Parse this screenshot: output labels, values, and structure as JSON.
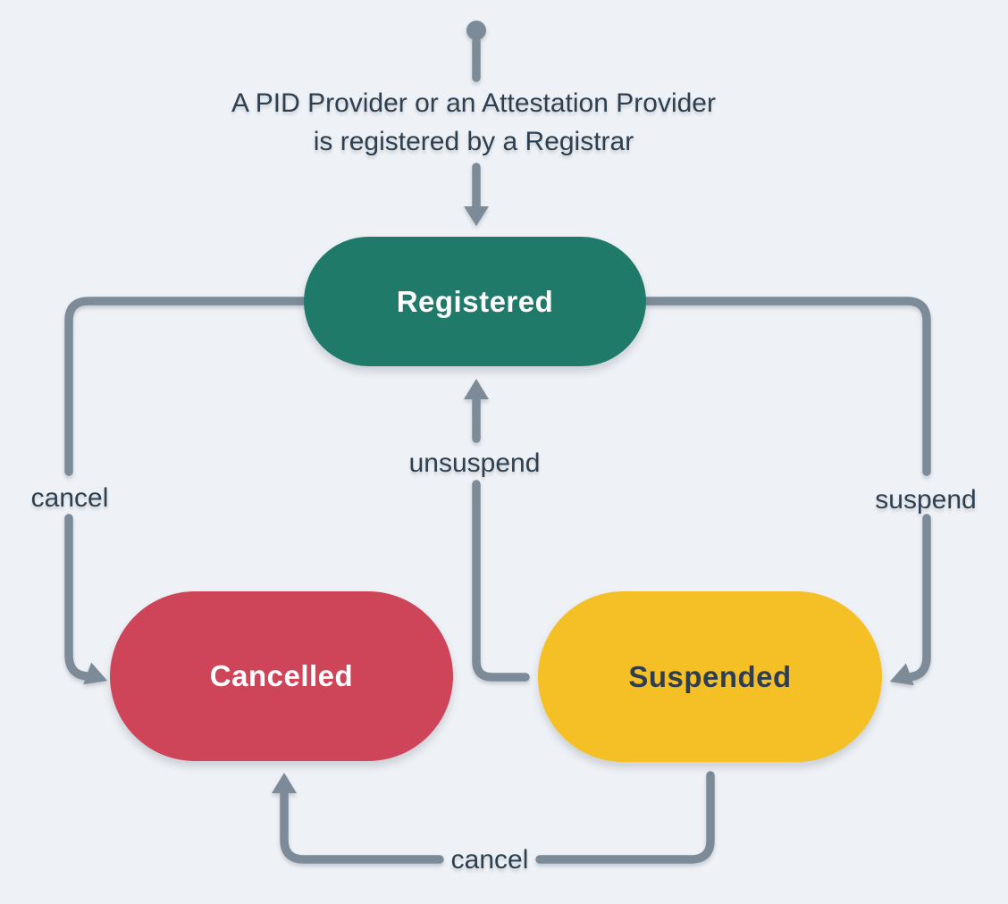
{
  "diagram": {
    "start_label": {
      "line1": "A PID Provider or an Attestation Provider",
      "line2": "is registered by a Registrar"
    },
    "states": {
      "registered": {
        "label": "Registered",
        "fill": "#1f7a6a",
        "text_color": "#ffffff"
      },
      "cancelled": {
        "label": "Cancelled",
        "fill": "#ce4459",
        "text_color": "#ffffff"
      },
      "suspended": {
        "label": "Suspended",
        "fill": "#f5c026",
        "text_color": "#2e3e50"
      }
    },
    "transitions": {
      "registered_to_cancelled": {
        "label": "cancel"
      },
      "registered_to_suspended": {
        "label": "suspend"
      },
      "suspended_to_registered": {
        "label": "unsuspend"
      },
      "suspended_to_cancelled": {
        "label": "cancel"
      }
    },
    "colors": {
      "background": "#eef1f5",
      "edge": "#7d8b99",
      "text": "#2e3f50"
    }
  }
}
